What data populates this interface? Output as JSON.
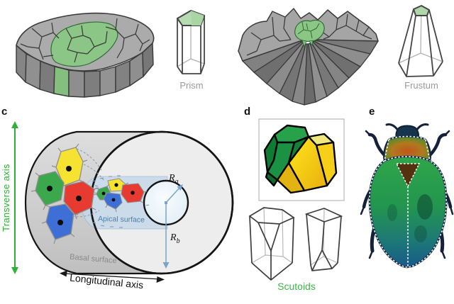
{
  "figure": {
    "panels": {
      "a": {
        "shape_label": "Prism"
      },
      "b": {
        "shape_label": "Frustum"
      },
      "c": {
        "letter": "c",
        "transverse_axis": "Transverse axis",
        "apical_surface": "Apical surface",
        "basal_surface": "Basal surface",
        "longitudinal_axis": "Longitudinal axis",
        "radius_apical": {
          "base": "R",
          "sub": "a"
        },
        "radius_basal": {
          "base": "R",
          "sub": "b"
        }
      },
      "d": {
        "letter": "d",
        "caption": "Scutoids"
      },
      "e": {
        "letter": "e"
      }
    },
    "colors": {
      "axis-green": "#2eb135",
      "apical-blue": "#4a80ad",
      "basal-gray": "#8a8a8a",
      "muted-gray": "#9a9a9a",
      "scutoid-caption": "#3cb54a",
      "cell-yellow": "#f6e231",
      "cell-green": "#3ba84e",
      "cell-red": "#e73a31",
      "cell-blue": "#3d6fd6",
      "sheet-green": "#8cc687",
      "radius-arrow-blue": "#7aa3c9"
    }
  }
}
